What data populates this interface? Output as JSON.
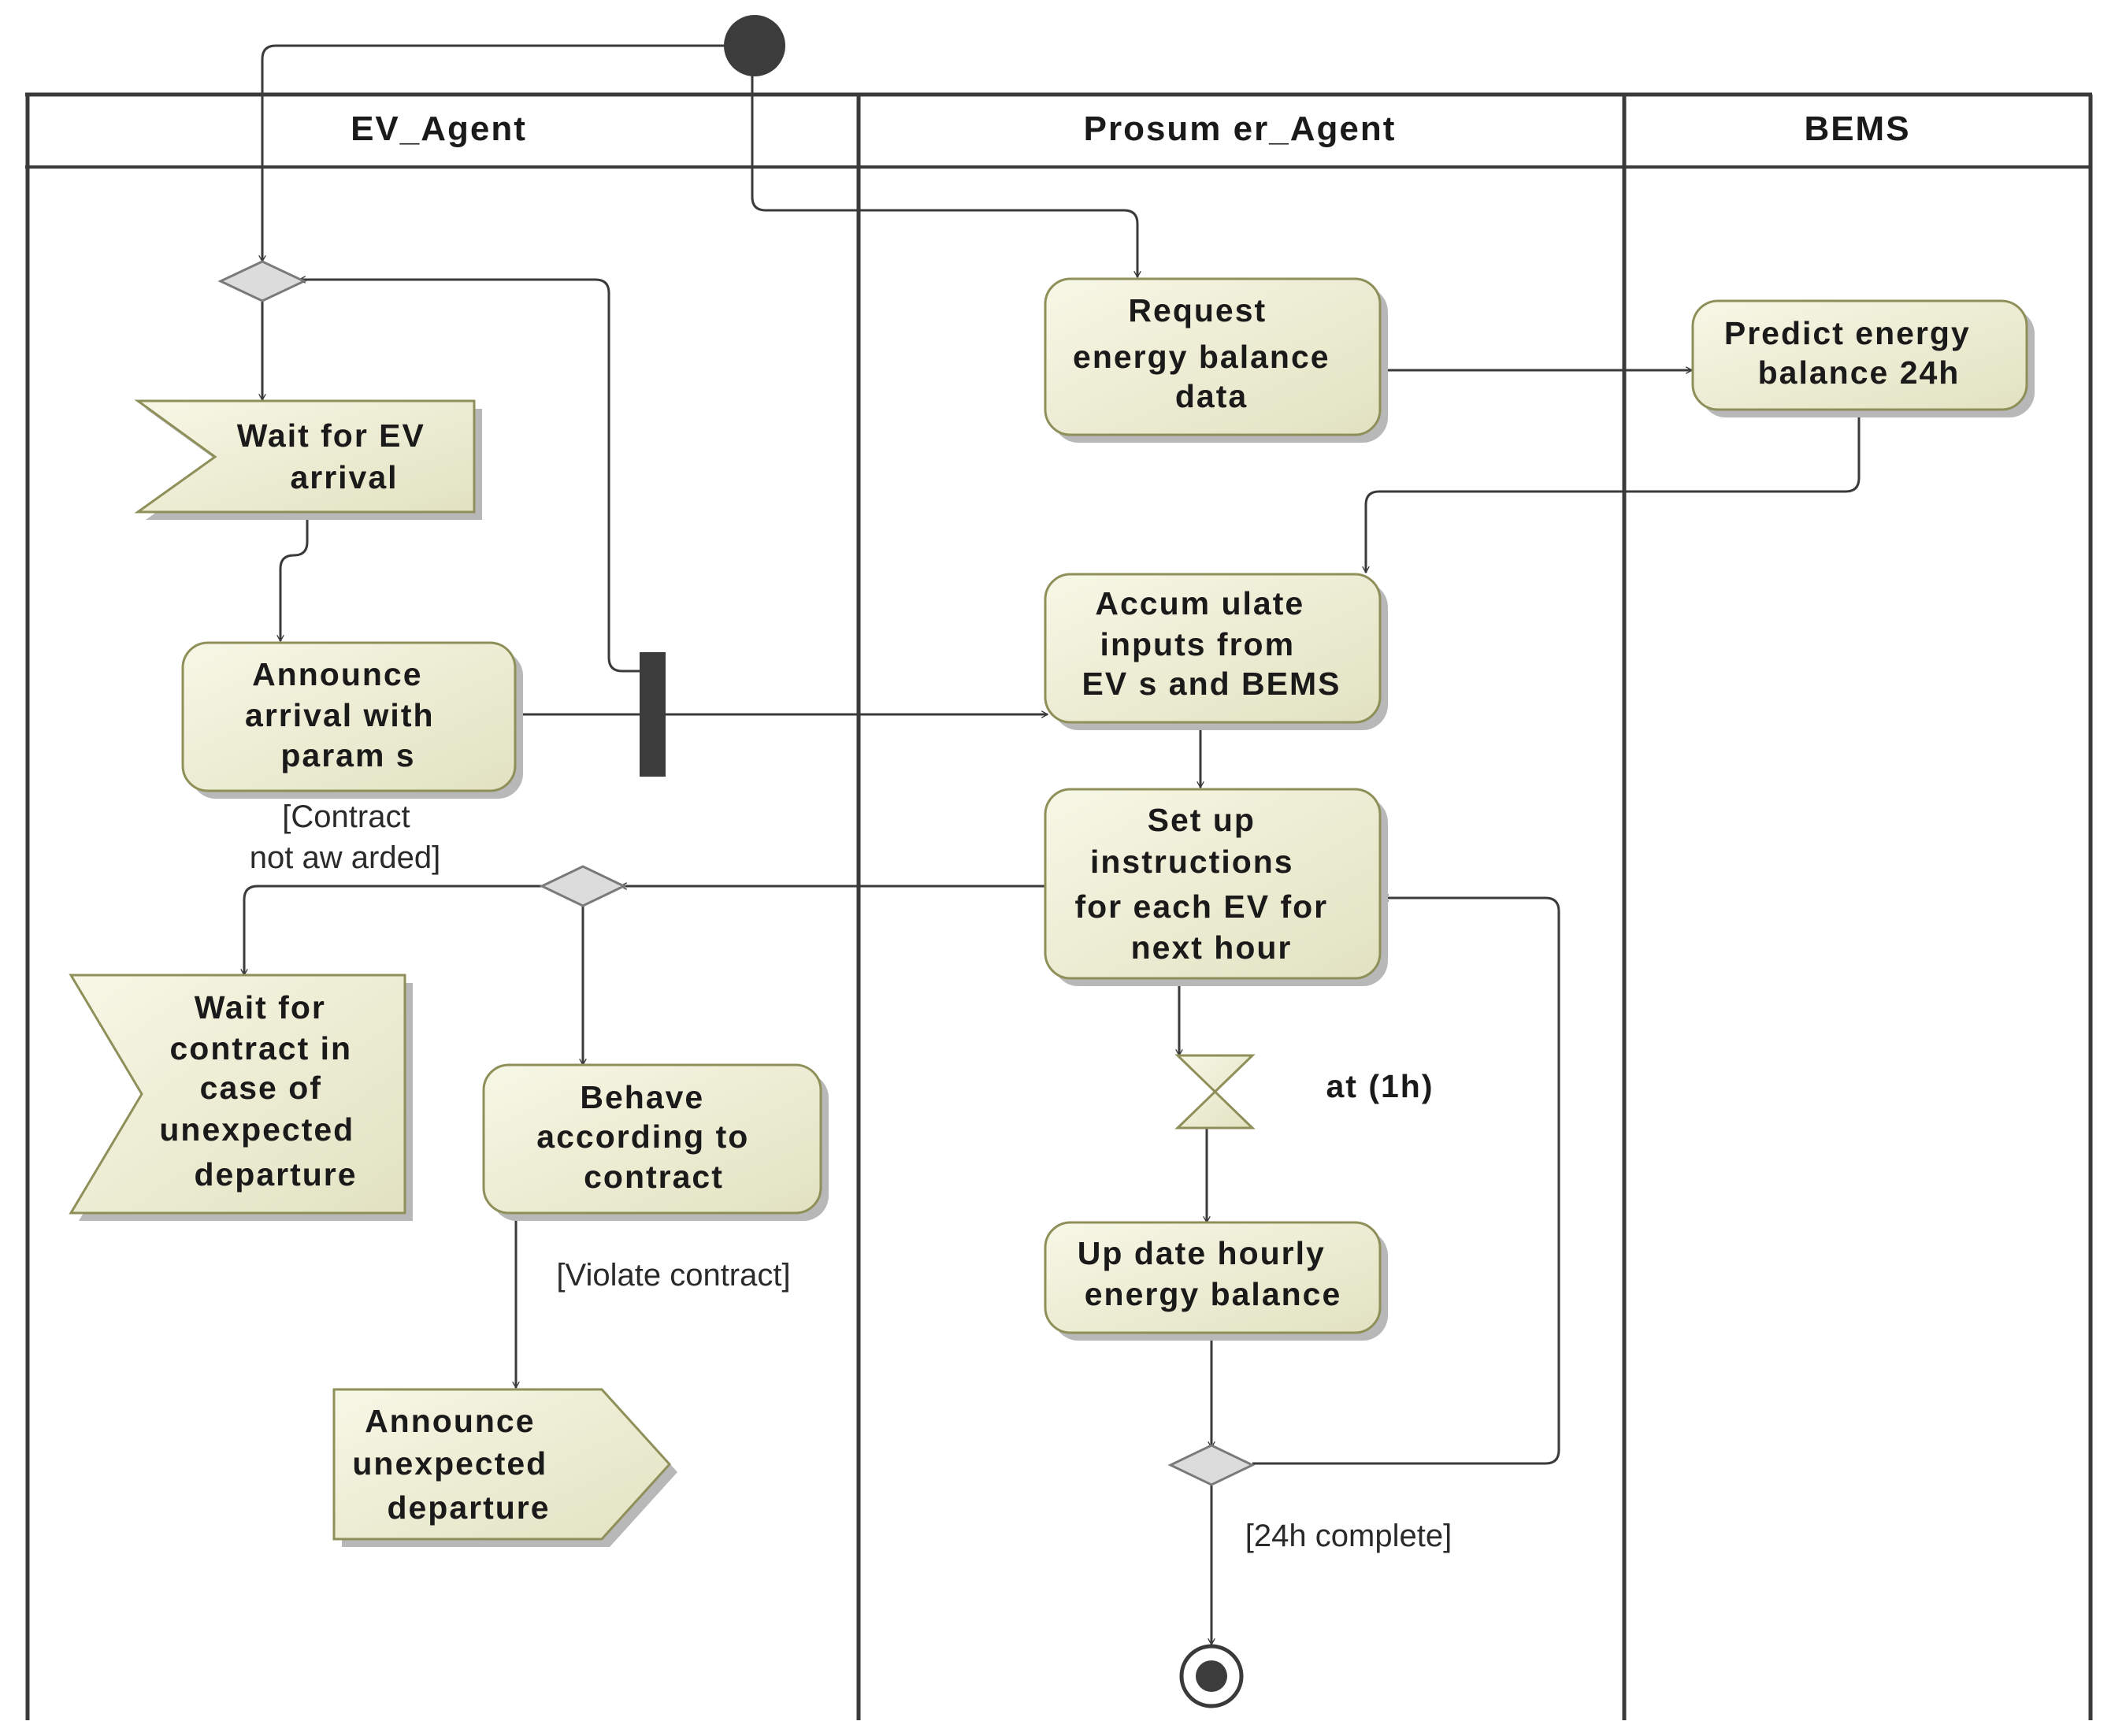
{
  "lanes": {
    "ev_agent": "EV_Agent",
    "prosumer_agent": "Prosum er_Agent",
    "bems": "BEMS"
  },
  "nodes": {
    "wait_ev_arrival": [
      "Wait for EV",
      "arrival"
    ],
    "announce_arrival": [
      "Announce",
      "arrival with",
      "param s"
    ],
    "wait_contract": [
      "Wait for",
      "contract in",
      "case of",
      "unexpected",
      "departure"
    ],
    "behave_contract": [
      "Behave",
      "according to",
      "contract"
    ],
    "announce_departure": [
      "Announce",
      "unexpected",
      "departure"
    ],
    "request_balance": [
      "Request",
      "energy balance",
      "data"
    ],
    "predict_balance": [
      "Predict energy",
      "balance 24h"
    ],
    "accumulate_inputs": [
      "Accum ulate",
      "inputs from",
      "EV s and BEMS"
    ],
    "setup_instructions": [
      "Set up",
      "instructions",
      "for each EV for",
      "next hour"
    ],
    "timer_event": "at (1h)",
    "update_balance": [
      "Up date hourly",
      "energy balance"
    ]
  },
  "guards": {
    "contract_not_awarded": [
      "[Contract",
      "not aw arded]"
    ],
    "violate_contract": "[Violate contract]",
    "complete_24h": "[24h complete]"
  },
  "colors": {
    "node_fill_light": "#f7f7e6",
    "node_fill_dark": "#e2e2c2",
    "node_border": "#8f8f5a",
    "line": "#3a3a3a",
    "fork_bar": "#3c3c3c",
    "initial_node": "#3c3c3c"
  }
}
